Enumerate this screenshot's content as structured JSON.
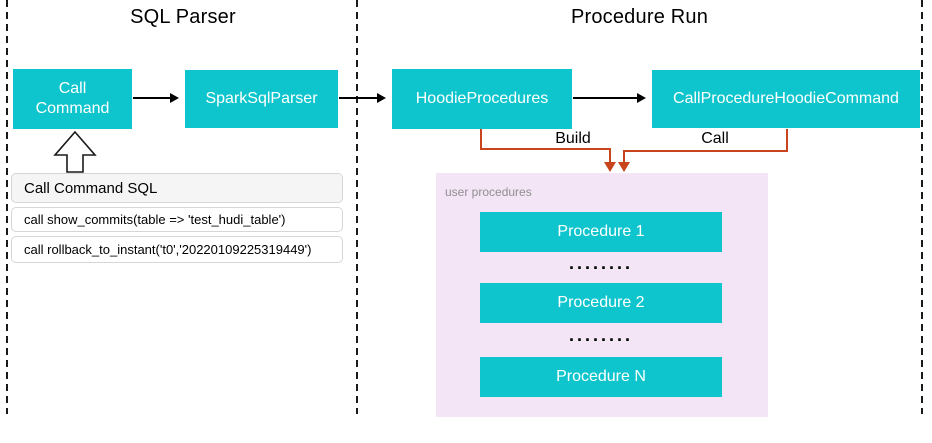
{
  "diagram": {
    "sections": {
      "sql_parser_title": "SQL Parser",
      "procedure_run_title": "Procedure Run"
    },
    "nodes": {
      "call_command": "Call Command",
      "spark_sql_parser": "SparkSqlParser",
      "hoodie_procedures": "HoodieProcedures",
      "call_procedure_hoodie_command": "CallProcedureHoodieCommand"
    },
    "edges": {
      "build_label": "Build",
      "call_label": "Call"
    },
    "sql_panel": {
      "title": "Call Command SQL",
      "queries": [
        "call show_commits(table => 'test_hudi_table')",
        "call rollback_to_instant('t0','20220109225319449')"
      ]
    },
    "user_procedures": {
      "label": "user procedures",
      "items": [
        "Procedure 1",
        "Procedure 2",
        "Procedure N"
      ],
      "ellipsis": "........"
    },
    "colors": {
      "node_teal": "#0fc5cd",
      "connector_orange": "#c8441c",
      "container_pink": "#f3e4f6",
      "panel_header_gray": "#f5f5f5"
    }
  }
}
